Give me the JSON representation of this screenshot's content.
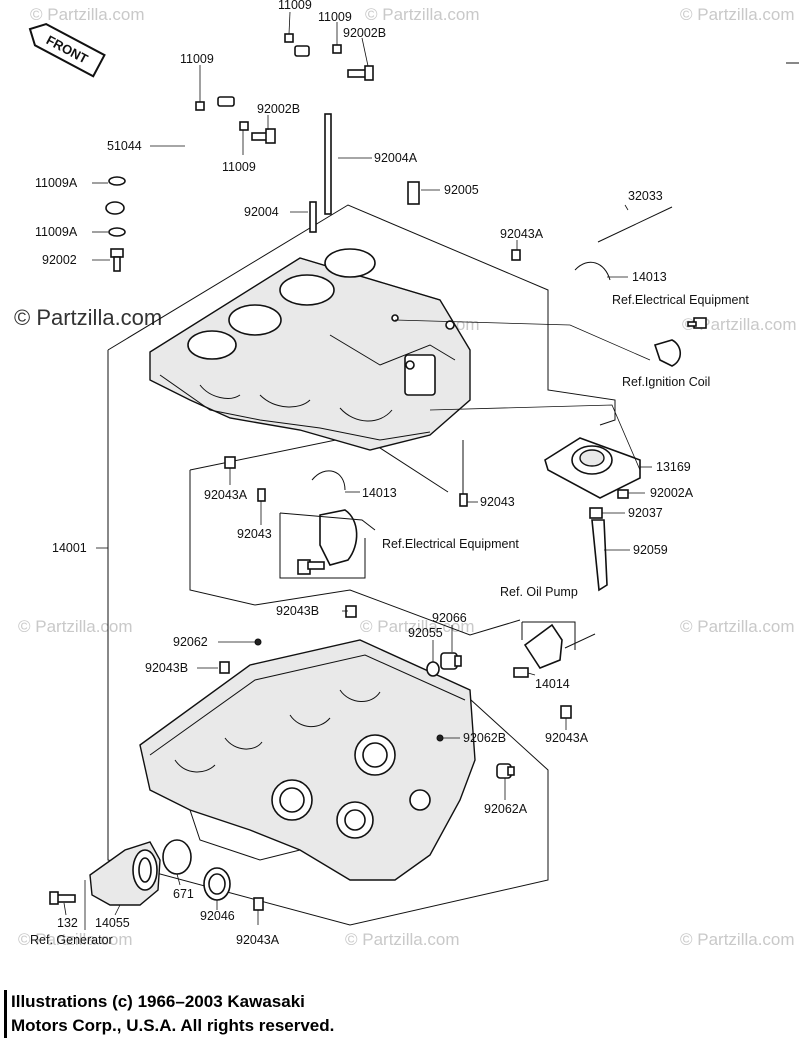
{
  "front_label": "FRONT",
  "watermarks": {
    "main": "© Partzilla.com",
    "faint": "© Partzilla.com"
  },
  "copyright": {
    "line1": "Illustrations (c) 1966–2003 Kawasaki",
    "line2": "Motors Corp., U.S.A.  All rights reserved."
  },
  "labels": [
    {
      "id": "11009-top",
      "text": "11009"
    },
    {
      "id": "11009-b",
      "text": "11009"
    },
    {
      "id": "92002B-top",
      "text": "92002B"
    },
    {
      "id": "11009-c",
      "text": "11009"
    },
    {
      "id": "92002B-mid",
      "text": "92002B"
    },
    {
      "id": "11009-d",
      "text": "11009"
    },
    {
      "id": "51044",
      "text": "51044"
    },
    {
      "id": "11009A-1",
      "text": "11009A"
    },
    {
      "id": "11009A-2",
      "text": "11009A"
    },
    {
      "id": "92002",
      "text": "92002"
    },
    {
      "id": "92004A",
      "text": "92004A"
    },
    {
      "id": "92005",
      "text": "92005"
    },
    {
      "id": "92004",
      "text": "92004"
    },
    {
      "id": "32033",
      "text": "32033"
    },
    {
      "id": "92043A-top",
      "text": "92043A"
    },
    {
      "id": "14013-top",
      "text": "14013"
    },
    {
      "id": "ref-elec-1",
      "text": "Ref.Electrical Equipment"
    },
    {
      "id": "ref-ign",
      "text": "Ref.Ignition Coil"
    },
    {
      "id": "13169",
      "text": "13169"
    },
    {
      "id": "92043A-mid",
      "text": "92043A"
    },
    {
      "id": "14013-mid",
      "text": "14013"
    },
    {
      "id": "92043-right",
      "text": "92043"
    },
    {
      "id": "92002A",
      "text": "92002A"
    },
    {
      "id": "92037",
      "text": "92037"
    },
    {
      "id": "92043-left",
      "text": "92043"
    },
    {
      "id": "ref-elec-2",
      "text": "Ref.Electrical Equipment"
    },
    {
      "id": "14001",
      "text": "14001"
    },
    {
      "id": "92059",
      "text": "92059"
    },
    {
      "id": "ref-oil",
      "text": "Ref. Oil Pump"
    },
    {
      "id": "92043B-top",
      "text": "92043B"
    },
    {
      "id": "92066",
      "text": "92066"
    },
    {
      "id": "92062",
      "text": "92062"
    },
    {
      "id": "92055",
      "text": "92055"
    },
    {
      "id": "92043B-left",
      "text": "92043B"
    },
    {
      "id": "14014",
      "text": "14014"
    },
    {
      "id": "92062B",
      "text": "92062B"
    },
    {
      "id": "92043A-right",
      "text": "92043A"
    },
    {
      "id": "92062A",
      "text": "92062A"
    },
    {
      "id": "671",
      "text": "671"
    },
    {
      "id": "92046",
      "text": "92046"
    },
    {
      "id": "132",
      "text": "132"
    },
    {
      "id": "14055",
      "text": "14055"
    },
    {
      "id": "ref-gen",
      "text": "Ref. Generator"
    },
    {
      "id": "92043A-bot",
      "text": "92043A"
    }
  ]
}
